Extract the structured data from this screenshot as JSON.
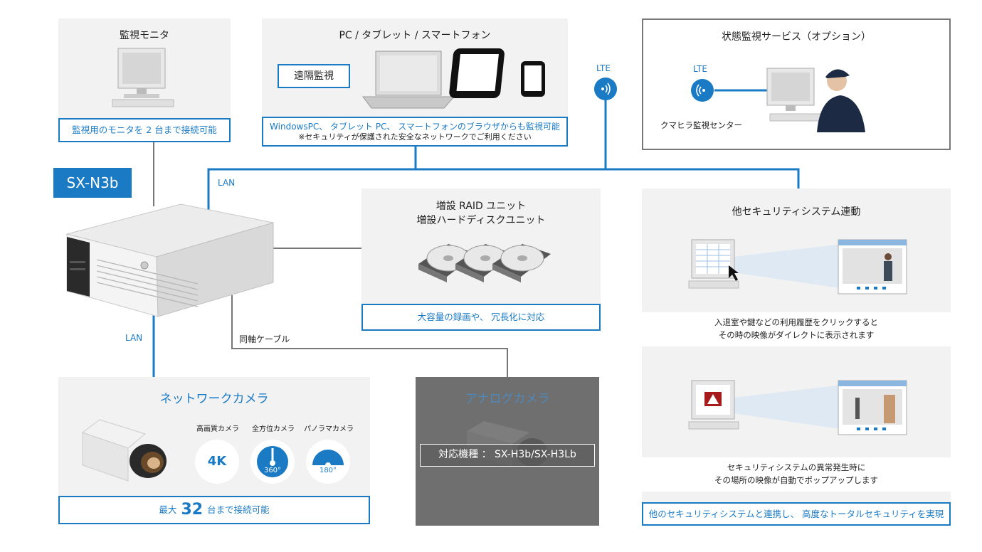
{
  "colors": {
    "accent": "#1a7ac4",
    "panel": "#f2f2f2",
    "line_gray": "#777777",
    "analog_bg": "#6f6f6f"
  },
  "monitor": {
    "title": "監視モニタ",
    "desc": "監視用のモニタを 2 台まで接続可能"
  },
  "remote": {
    "title": "PC / タブレット / スマートフォン",
    "badge": "遠隔監視",
    "desc1": "WindowsPC、 タブレット PC、 スマートフォンのブラウザからも監視可能",
    "desc2": "※セキュリティが保護された安全なネットワークでご利用ください"
  },
  "lte_top": "LTE",
  "service": {
    "title": "状態監視サービス（オプション）",
    "lte": "LTE",
    "center": "クマヒラ監視センター"
  },
  "device": {
    "model": "SX-N3b"
  },
  "labels": {
    "lan_top": "LAN",
    "lan_bottom": "LAN",
    "coax": "同軸ケーブル"
  },
  "storage": {
    "title1": "増設 RAID ユニット",
    "title2": "増設ハードディスクユニット",
    "desc": "大容量の録画や、 冗長化に対応"
  },
  "security": {
    "title": "他セキュリティシステム連動",
    "caption1_line1": "入退室や鍵などの利用履歴をクリックすると",
    "caption1_line2": "その時の映像がダイレクトに表示されます",
    "caption2_line1": "セキュリティシステムの異常発生時に",
    "caption2_line2": "その場所の映像が自動でポップアップします",
    "footer": "他のセキュリティシステムと連携し、 高度なトータルセキュリティを実現"
  },
  "network_camera": {
    "title": "ネットワークカメラ",
    "types": [
      {
        "label": "高画質カメラ",
        "badge": "4K"
      },
      {
        "label": "全方位カメラ",
        "badge": "360°"
      },
      {
        "label": "パノラマカメラ",
        "badge": "180°"
      }
    ],
    "footer_pre": "最大",
    "footer_num": "32",
    "footer_post": "台まで接続可能"
  },
  "analog": {
    "title": "アナログカメラ",
    "compat": "対応機種 ： SX-H3b/SX-H3Lb"
  }
}
